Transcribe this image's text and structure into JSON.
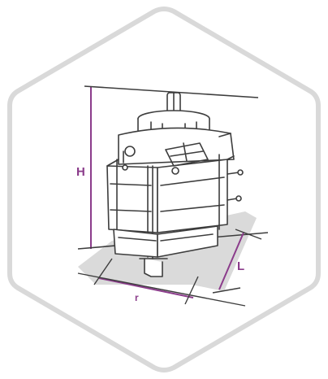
{
  "diagram": {
    "dimension_labels": {
      "height": "H",
      "length": "L",
      "width": "r"
    },
    "colors": {
      "background": "#ffffff",
      "frame": "#d9d9d9",
      "line": "#3d3d3d",
      "dimension": "#8b3c8b",
      "shadow": "#cfcfcf"
    }
  }
}
